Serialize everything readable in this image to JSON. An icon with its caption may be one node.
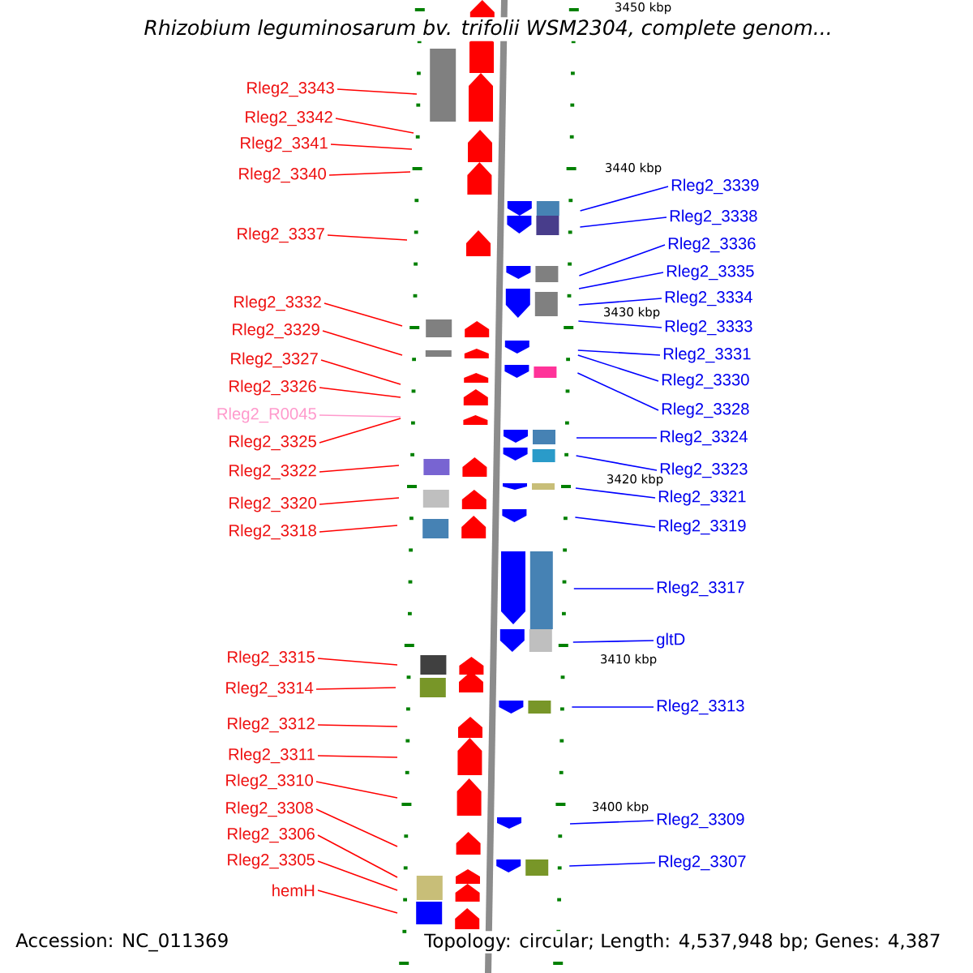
{
  "diagram": {
    "title": "Rhizobium leguminosarum bv. trifolii WSM2304, complete genom...",
    "nodes": [
      {
        "text": [
          "Rleg2_3343"
        ]
      },
      {
        "text": [
          "Rleg2_3342"
        ]
      },
      {
        "text": [
          "Rleg2_3341"
        ]
      },
      {
        "text": [
          "Rleg2_3340"
        ]
      },
      {
        "text": [
          "Rleg2_3337"
        ]
      },
      {
        "text": [
          "Rleg2_3332"
        ]
      },
      {
        "text": [
          "Rleg2_3329"
        ]
      },
      {
        "text": [
          "Rleg2_3327"
        ]
      },
      {
        "text": [
          "Rleg2_3326"
        ]
      },
      {
        "text": [
          "Rleg2_R0045"
        ]
      },
      {
        "text": [
          "Rleg2_3325"
        ]
      },
      {
        "text": [
          "Rleg2_3322"
        ]
      },
      {
        "text": [
          "Rleg2_3320"
        ]
      },
      {
        "text": [
          "Rleg2_3318"
        ]
      },
      {
        "text": [
          "Rleg2_3315"
        ]
      },
      {
        "text": [
          "Rleg2_3314"
        ]
      },
      {
        "text": [
          "Rleg2_3312"
        ]
      },
      {
        "text": [
          "Rleg2_3311"
        ]
      },
      {
        "text": [
          "Rleg2_3310"
        ]
      },
      {
        "text": [
          "Rleg2_3308"
        ]
      },
      {
        "text": [
          "Rleg2_3306"
        ]
      },
      {
        "text": [
          "Rleg2_3305"
        ]
      },
      {
        "text": [
          "hemH"
        ]
      },
      {
        "text": [
          "Rleg2_3339"
        ]
      },
      {
        "text": [
          "Rleg2_3338"
        ]
      },
      {
        "text": [
          "Rleg2_3336"
        ]
      },
      {
        "text": [
          "Rleg2_3335"
        ]
      },
      {
        "text": [
          "Rleg2_3334"
        ]
      },
      {
        "text": [
          "Rleg2_3333"
        ]
      },
      {
        "text": [
          "Rleg2_3331"
        ]
      },
      {
        "text": [
          "Rleg2_3330"
        ]
      },
      {
        "text": [
          "Rleg2_3328"
        ]
      },
      {
        "text": [
          "Rleg2_3324"
        ]
      },
      {
        "text": [
          "Rleg2_3323"
        ]
      },
      {
        "text": [
          "Rleg2_3321"
        ]
      },
      {
        "text": [
          "Rleg2_3319"
        ]
      },
      {
        "text": [
          "Rleg2_3317"
        ]
      },
      {
        "text": [
          "gltD"
        ]
      },
      {
        "text": [
          "Rleg2_3313"
        ]
      },
      {
        "text": [
          "Rleg2_3309"
        ]
      },
      {
        "text": [
          "Rleg2_3307"
        ]
      }
    ],
    "edges": [
      {
        "from": 0,
        "to": null,
        "arrow": "none",
        "color": "#ff0000"
      },
      {
        "from": 1,
        "to": null,
        "arrow": "none",
        "color": "#ff0000"
      },
      {
        "from": 2,
        "to": null,
        "arrow": "none",
        "color": "#ff0000"
      },
      {
        "from": 3,
        "to": null,
        "arrow": "none",
        "color": "#ff0000"
      },
      {
        "from": 4,
        "to": null,
        "arrow": "none",
        "color": "#ff0000"
      },
      {
        "from": 5,
        "to": null,
        "arrow": "none",
        "color": "#ff0000"
      },
      {
        "from": 6,
        "to": null,
        "arrow": "none",
        "color": "#ff0000"
      },
      {
        "from": 7,
        "to": null,
        "arrow": "none",
        "color": "#ff0000"
      },
      {
        "from": 8,
        "to": null,
        "arrow": "none",
        "color": "#ff0000"
      },
      {
        "from": 9,
        "to": null,
        "arrow": "none",
        "color": "#ff99cc"
      },
      {
        "from": 10,
        "to": null,
        "arrow": "none",
        "color": "#ff0000"
      },
      {
        "from": 11,
        "to": null,
        "arrow": "none",
        "color": "#ff0000"
      },
      {
        "from": 12,
        "to": null,
        "arrow": "none",
        "color": "#ff0000"
      },
      {
        "from": 13,
        "to": null,
        "arrow": "none",
        "color": "#ff0000"
      },
      {
        "from": 14,
        "to": null,
        "arrow": "none",
        "color": "#ff0000"
      },
      {
        "from": 15,
        "to": null,
        "arrow": "none",
        "color": "#ff0000"
      },
      {
        "from": 16,
        "to": null,
        "arrow": "none",
        "color": "#ff0000"
      },
      {
        "from": 17,
        "to": null,
        "arrow": "none",
        "color": "#ff0000"
      },
      {
        "from": 18,
        "to": null,
        "arrow": "none",
        "color": "#ff0000"
      },
      {
        "from": 19,
        "to": null,
        "arrow": "none",
        "color": "#ff0000"
      },
      {
        "from": 20,
        "to": null,
        "arrow": "none",
        "color": "#ff0000"
      },
      {
        "from": 21,
        "to": null,
        "arrow": "none",
        "color": "#ff0000"
      },
      {
        "from": 22,
        "to": null,
        "arrow": "none",
        "color": "#ff0000"
      },
      {
        "from": 23,
        "to": null,
        "arrow": "none",
        "color": "#0000ff"
      },
      {
        "from": 24,
        "to": null,
        "arrow": "none",
        "color": "#0000ff"
      },
      {
        "from": 25,
        "to": null,
        "arrow": "none",
        "color": "#0000ff"
      },
      {
        "from": 26,
        "to": null,
        "arrow": "none",
        "color": "#0000ff"
      },
      {
        "from": 27,
        "to": null,
        "arrow": "none",
        "color": "#0000ff"
      },
      {
        "from": 28,
        "to": null,
        "arrow": "none",
        "color": "#0000ff"
      },
      {
        "from": 29,
        "to": null,
        "arrow": "none",
        "color": "#0000ff"
      },
      {
        "from": 30,
        "to": null,
        "arrow": "none",
        "color": "#0000ff"
      },
      {
        "from": 31,
        "to": null,
        "arrow": "none",
        "color": "#0000ff"
      },
      {
        "from": 32,
        "to": null,
        "arrow": "none",
        "color": "#0000ff"
      },
      {
        "from": 33,
        "to": null,
        "arrow": "none",
        "color": "#0000ff"
      },
      {
        "from": 34,
        "to": null,
        "arrow": "none",
        "color": "#0000ff"
      },
      {
        "from": 35,
        "to": null,
        "arrow": "none",
        "color": "#0000ff"
      },
      {
        "from": 36,
        "to": null,
        "arrow": "none",
        "color": "#0000ff"
      },
      {
        "from": 37,
        "to": null,
        "arrow": "none",
        "color": "#0000ff"
      },
      {
        "from": 38,
        "to": null,
        "arrow": "none",
        "color": "#0000ff"
      },
      {
        "from": 39,
        "to": null,
        "arrow": "none",
        "color": "#0000ff"
      },
      {
        "from": 40,
        "to": null,
        "arrow": "none",
        "color": "#0000ff"
      }
    ],
    "labels": [
      "3450 kbp",
      "3440 kbp",
      "3430 kbp",
      "3420 kbp",
      "3410 kbp",
      "3400 kbp",
      "Accession: NC_011369",
      "Topology: circular; Length: 4,537,948 bp; Genes: 4,387"
    ]
  }
}
